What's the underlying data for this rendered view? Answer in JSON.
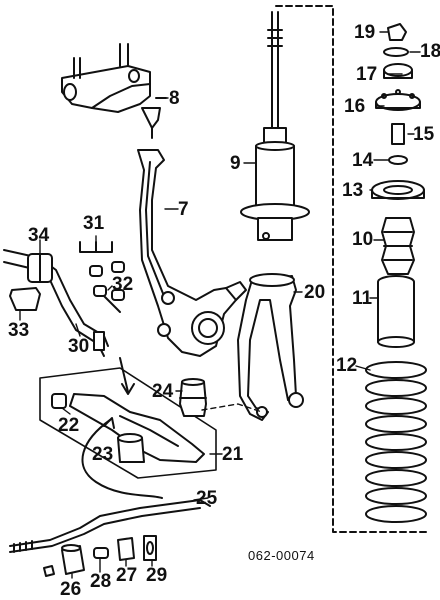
{
  "labels": {
    "p8": "8",
    "p7": "7",
    "p9": "9",
    "p10": "10",
    "p11": "11",
    "p12": "12",
    "p13": "13",
    "p14": "14",
    "p15": "15",
    "p16": "16",
    "p17": "17",
    "p18": "18",
    "p19": "19",
    "p20": "20",
    "p21": "21",
    "p22": "22",
    "p23": "23",
    "p24": "24",
    "p25": "25",
    "p26": "26",
    "p27": "27",
    "p28": "28",
    "p29": "29",
    "p30": "30",
    "p31": "31",
    "p32": "32",
    "p33": "33",
    "p34": "34"
  },
  "diagram_code": "062-00074"
}
